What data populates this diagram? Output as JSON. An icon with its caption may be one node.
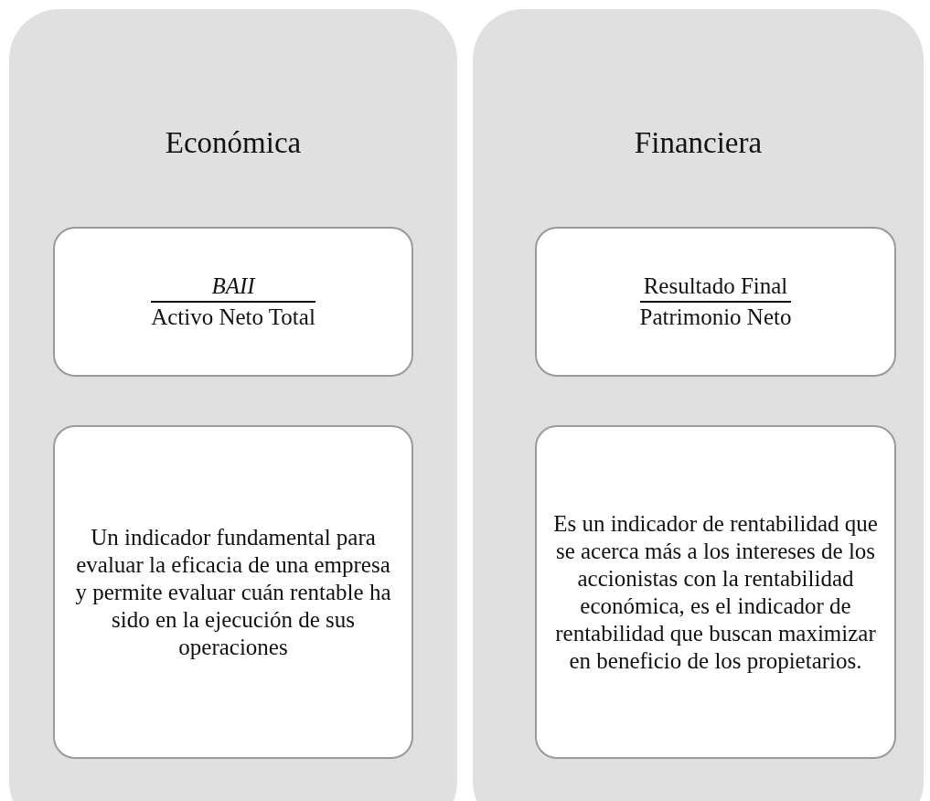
{
  "diagram": {
    "nodes": [
      {
        "text": [
          "Económica"
        ]
      },
      {
        "text": [
          "*BAII*",
          "Activo Neto Total"
        ],
        "in": 0
      },
      {
        "text": [
          "Un indicador fundamental para evaluar la eficacia de una empresa y permite evaluar cuán rentable ha sido en la ejecución de sus operaciones"
        ],
        "in": 0
      },
      {
        "text": [
          "Financiera"
        ]
      },
      {
        "text": [
          "Resultado Final",
          "Patrimonio Neto"
        ],
        "in": 3
      },
      {
        "text": [
          "Es un indicador de rentabilidad que se acerca más a los intereses de los accionistas con la rentabilidad económica, es el indicador de rentabilidad que buscan maximizar en beneficio de los propietarios."
        ],
        "in": 3
      }
    ]
  }
}
